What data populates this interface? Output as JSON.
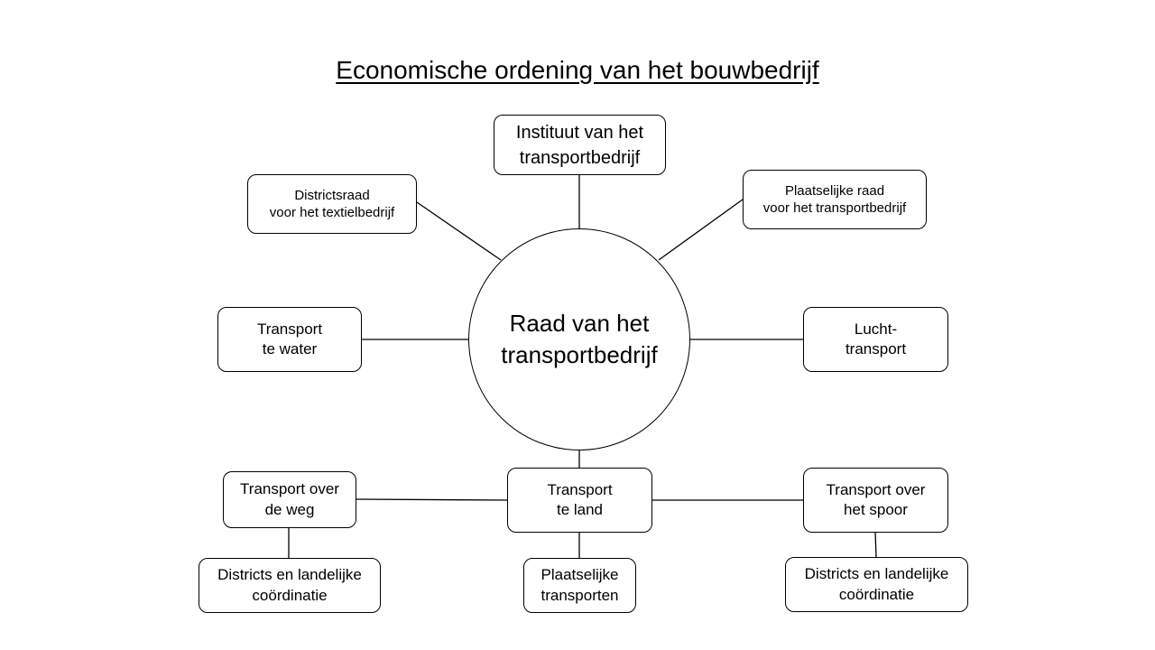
{
  "title": "Economische ordening van het bouwbedrijf",
  "center": {
    "line1": "Raad van het",
    "line2": "transportbedrijf"
  },
  "nodes": {
    "instituut": {
      "line1": "Instituut van het",
      "line2": "transportbedrijf"
    },
    "districtsraad": {
      "line1": "Districtsraad",
      "line2": "voor het textielbedrijf"
    },
    "plaatselijke_raad": {
      "line1": "Plaatselijke raad",
      "line2": "voor het transportbedrijf"
    },
    "transport_water": {
      "line1": "Transport",
      "line2": "te water"
    },
    "lucht_transport": {
      "line1": "Lucht-",
      "line2": "transport"
    },
    "transport_land": {
      "line1": "Transport",
      "line2": "te land"
    },
    "transport_weg": {
      "line1": "Transport over",
      "line2": "de weg"
    },
    "transport_spoor": {
      "line1": "Transport over",
      "line2": "het spoor"
    },
    "coordinatie_weg": {
      "line1": "Districts en landelijke",
      "line2": "coördinatie"
    },
    "plaatselijke_transporten": {
      "line1": "Plaatselijke",
      "line2": "transporten"
    },
    "coordinatie_spoor": {
      "line1": "Districts en landelijke",
      "line2": "coördinatie"
    }
  }
}
